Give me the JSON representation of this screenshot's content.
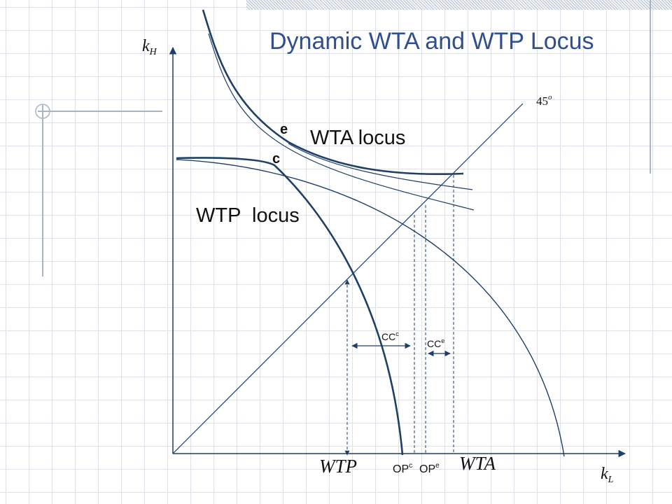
{
  "title": "Dynamic WTA and WTP Locus",
  "labels": {
    "y_axis": "k",
    "y_axis_sub": "H",
    "x_axis": "k",
    "x_axis_sub": "L",
    "angle": "45",
    "angle_sup": "o",
    "point_e": "e",
    "point_c": "c",
    "wta_locus": "WTA locus",
    "wtp_locus": "WTP  locus",
    "cc_c": "CC",
    "cc_c_sup": "c",
    "cc_e": "CC",
    "cc_e_sup": "e",
    "op_c": "OP",
    "op_c_sup": "c",
    "op_e": "OP",
    "op_e_sup": "e",
    "wtp_tick": "WTP",
    "wta_tick": "WTA"
  },
  "colors": {
    "title": "#2f4f8f",
    "curves": "#1f3f66",
    "axes": "#1f3f66",
    "grid": "#dde2ea"
  }
}
